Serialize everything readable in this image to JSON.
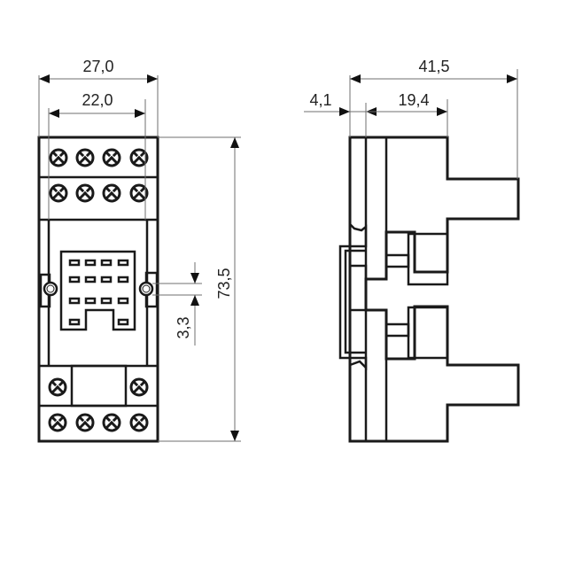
{
  "drawing": {
    "subject": "Relay socket dimensional drawing",
    "front_view": {
      "dimensions": {
        "overall_width": "27,0",
        "inner_width": "22,0",
        "overall_height": "73,5",
        "offset": "3,3"
      },
      "top_terminal_rows": 2,
      "terminals_per_row": 4,
      "bottom_terminal_rows": [
        2,
        4
      ],
      "pin_grid": {
        "rows": 4,
        "columns": 4,
        "bottom_row_pins": 2
      }
    },
    "side_view": {
      "dimensions": {
        "overall_depth": "41,5",
        "rail_offset": "4,1",
        "body_depth": "19,4"
      }
    }
  }
}
